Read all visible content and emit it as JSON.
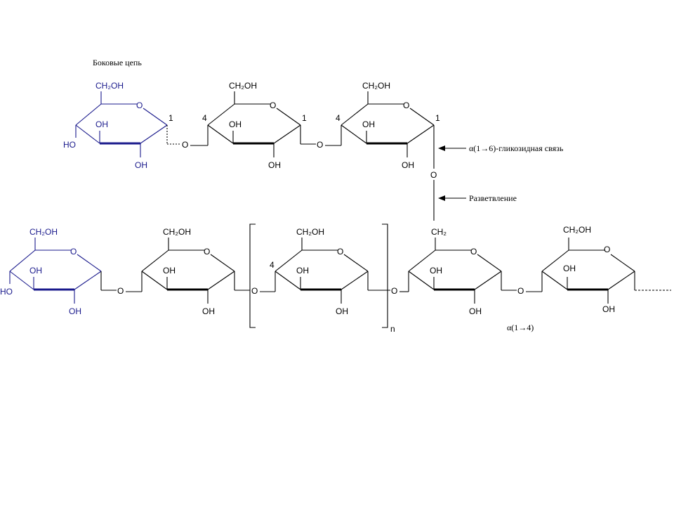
{
  "labels": {
    "side_chain": "Боковые цепь",
    "branch_link": "α(1→6)-гликозидная связь",
    "branching": "Разветвление",
    "main_link": "α(1→4)",
    "repeat_n": "n",
    "ch2oh": "CH₂OH",
    "ch2": "CH₂",
    "oh": "OH",
    "ho": "HO",
    "o": "O",
    "c1": "1",
    "c4": "4"
  },
  "colors": {
    "side_chain_ring": "#1a1a8c",
    "bond": "#000000",
    "background": "#ffffff"
  }
}
